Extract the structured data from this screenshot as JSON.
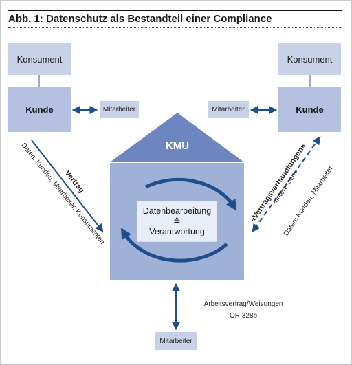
{
  "title": "Abb. 1: Datenschutz als Bestandteil einer Compliance",
  "left": {
    "konsument": "Konsument",
    "kunde": "Kunde",
    "mitarbeiter": "Mitarbeiter",
    "arrow_label": "Vertrag",
    "data_label": "Daten: Kunden, Mitarbeiter, Konsumenten"
  },
  "right": {
    "konsument": "Konsument",
    "kunde": "Kunde",
    "mitarbeiter": "Mitarbeiter",
    "arrow_label": "«Vertragsverhandlungen»",
    "interest_label": "«Interessen»",
    "data_label": "Daten: Kunden, Mitarbeiter"
  },
  "center": {
    "roof_label": "KMU",
    "line1": "Datenbearbeitung",
    "line2": "≙",
    "line3": "Verantwortung"
  },
  "bottom": {
    "mitarbeiter": "Mitarbeiter",
    "contract_line1": "Arbeitsvertrag/Weisungen",
    "contract_line2": "OR 328b"
  },
  "colors": {
    "box": "#c7d1e8",
    "house": "#a0b1d8",
    "roof": "#6e86bf",
    "arrow": "#1f4e8c"
  }
}
